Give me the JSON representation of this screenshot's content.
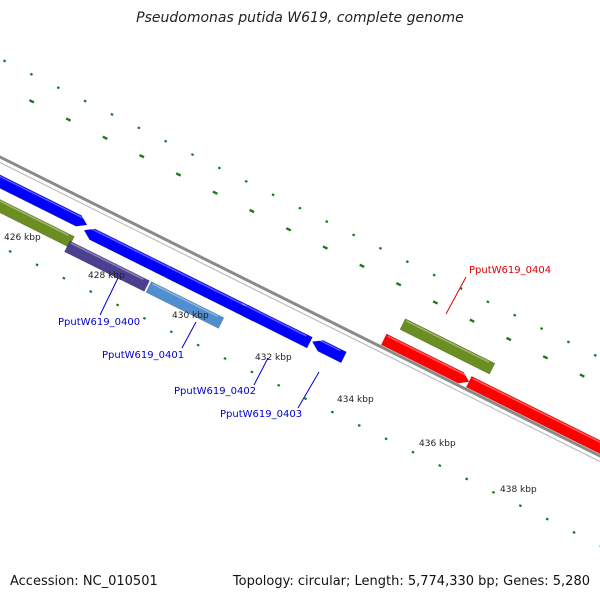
{
  "title": "Pseudomonas putida W619, complete genome",
  "footer": {
    "accession": "Accession: NC_010501",
    "summary": "Topology: circular; Length: 5,774,330 bp; Genes: 5,280"
  },
  "ticks": [
    {
      "label": "426 kbp"
    },
    {
      "label": "428 kbp"
    },
    {
      "label": "430 kbp"
    },
    {
      "label": "432 kbp"
    },
    {
      "label": "434 kbp"
    },
    {
      "label": "436 kbp"
    },
    {
      "label": "438 kbp"
    }
  ],
  "gene_labels": [
    {
      "name": "PputW619_0400",
      "color": "#0000cc"
    },
    {
      "name": "PputW619_0401",
      "color": "#0000cc"
    },
    {
      "name": "PputW619_0402",
      "color": "#0000cc"
    },
    {
      "name": "PputW619_0403",
      "color": "#0000cc"
    },
    {
      "name": "PputW619_0404",
      "color": "#dd0000"
    }
  ],
  "colors": {
    "cds_blue": "#0000ff",
    "cds_darkblue": "#4b3f8f",
    "cds_lightblue": "#4f8fcf",
    "cds_red": "#ff0000",
    "gene_olive": "#6b8e23",
    "backbone": "#888888",
    "tick_mark": "#1a7a1a"
  }
}
